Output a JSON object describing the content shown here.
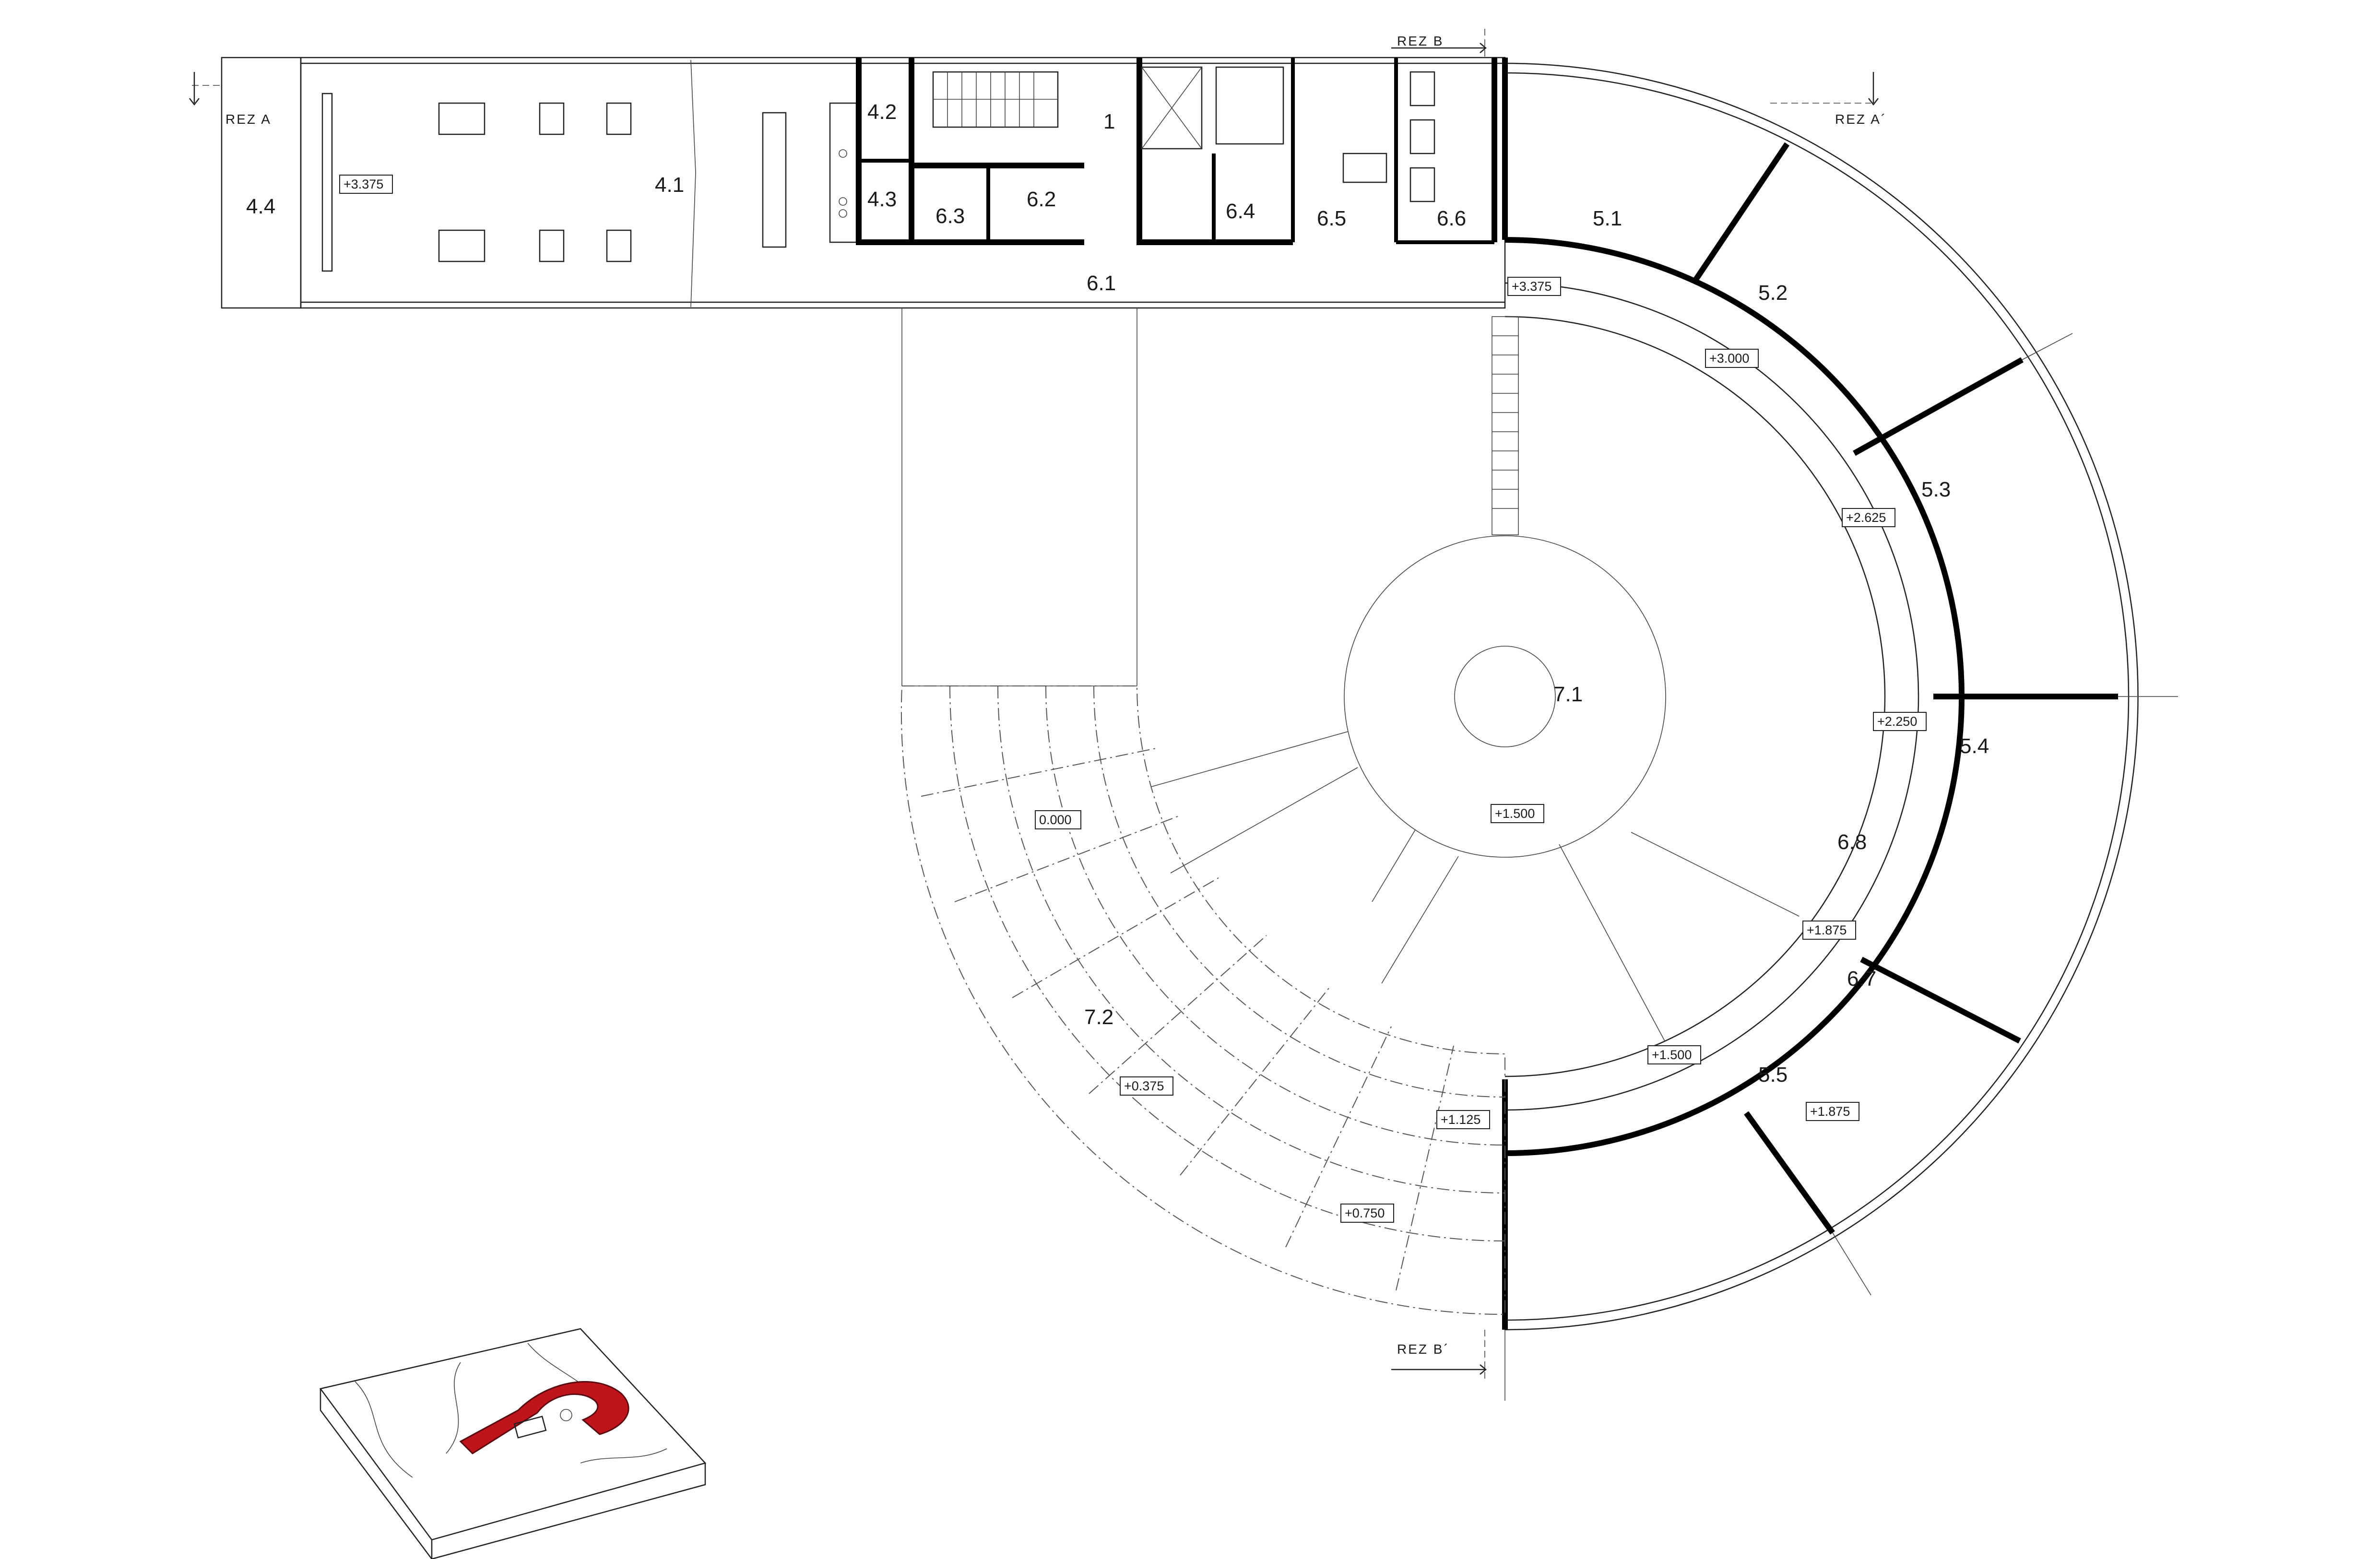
{
  "plan": {
    "rooms": {
      "r1": "1",
      "r41": "4.1",
      "r42": "4.2",
      "r43": "4.3",
      "r44": "4.4",
      "r51": "5.1",
      "r52": "5.2",
      "r53": "5.3",
      "r54": "5.4",
      "r55": "5.5",
      "r61": "6.1",
      "r62": "6.2",
      "r63": "6.3",
      "r64": "6.4",
      "r65": "6.5",
      "r66": "6.6",
      "r67": "6.7",
      "r68": "6.8",
      "r71": "7.1",
      "r72": "7.2"
    },
    "levels": {
      "l3375a": "+3.375",
      "l3375b": "+3.375",
      "l3000": "+3.000",
      "l2625": "+2.625",
      "l2250": "+2.250",
      "l1875a": "+1.875",
      "l1875b": "+1.875",
      "l1500a": "+1.500",
      "l1500b": "+1.500",
      "l1125": "+1.125",
      "l0750": "+0.750",
      "l0375": "+0.375",
      "l0000": "0.000"
    },
    "sections": {
      "rezA": "REZ A",
      "rezA2": "REZ A´",
      "rezB": "REZ B",
      "rezB2": "REZ B´"
    }
  },
  "site_model": {
    "highlight_color": "#c0141c"
  }
}
